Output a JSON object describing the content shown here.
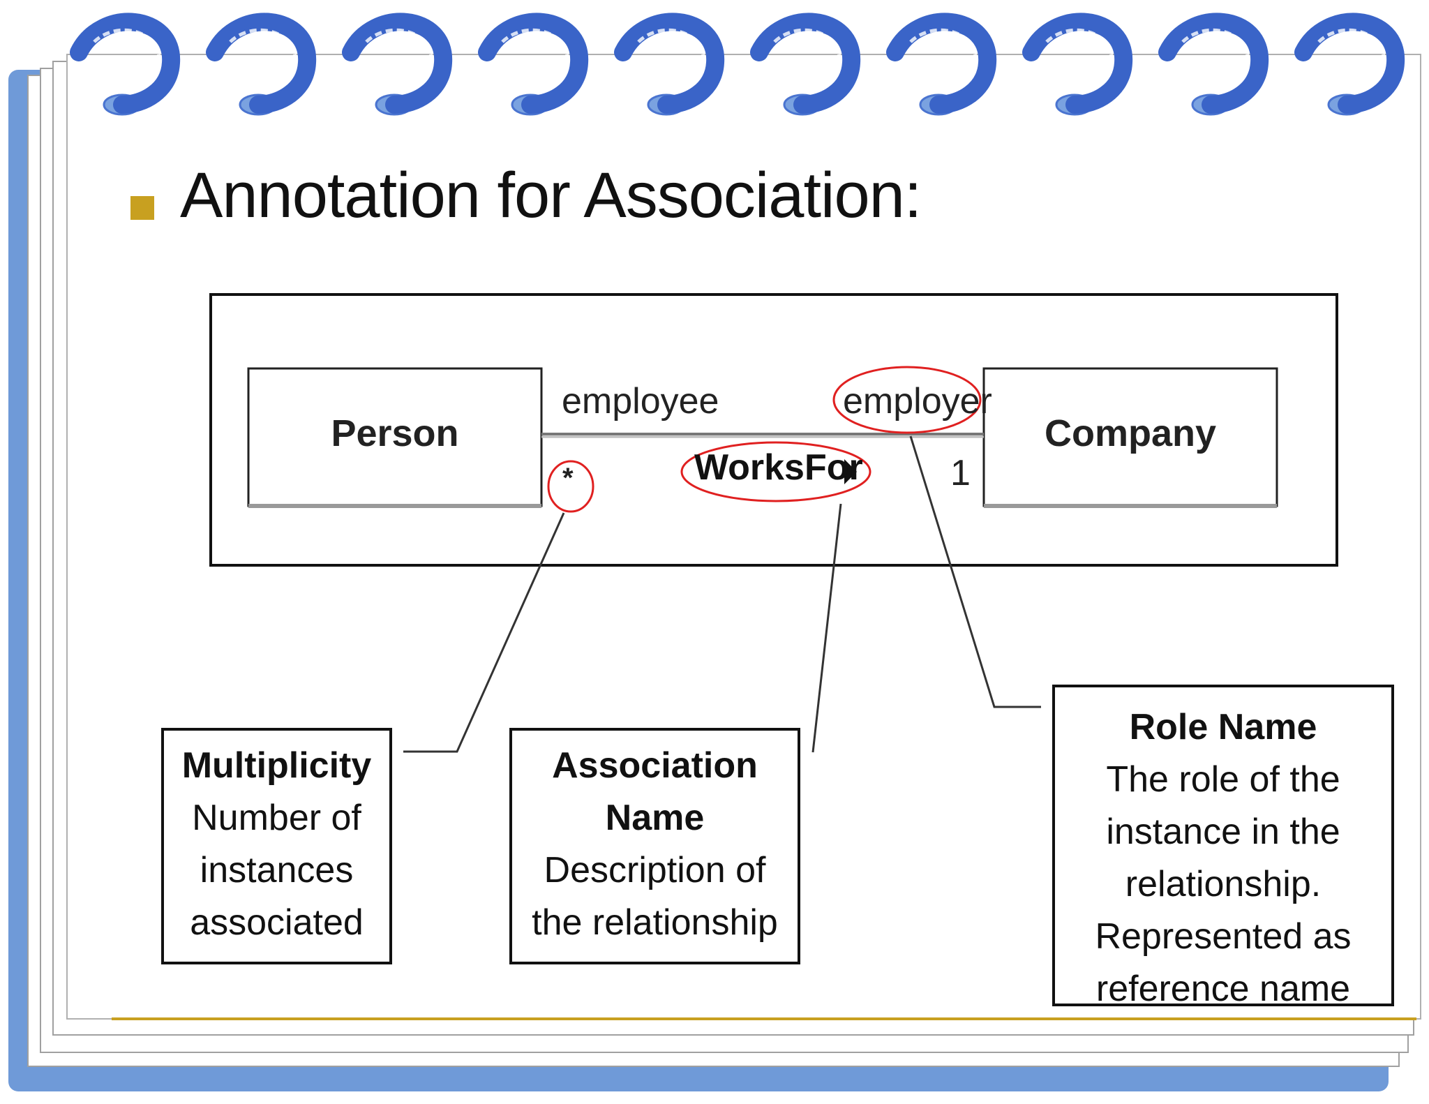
{
  "title": "Annotation for Association:",
  "diagram": {
    "class_left": "Person",
    "class_right": "Company",
    "role_left": "employee",
    "role_right": "employer",
    "multiplicity_left": "*",
    "multiplicity_right": "1",
    "association_name": "WorksFor"
  },
  "callouts": {
    "multiplicity": {
      "heading": "Multiplicity",
      "lines": [
        "Number of",
        "instances",
        "associated"
      ]
    },
    "association": {
      "heading_lines": [
        "Association",
        "Name"
      ],
      "lines": [
        "Description of",
        "the relationship"
      ]
    },
    "role": {
      "heading": "Role Name",
      "lines": [
        "The role of the",
        "instance in the",
        "relationship.",
        "Represented as",
        "reference name"
      ]
    }
  },
  "colors": {
    "ring": "#3a64c8",
    "ring_light": "#7aa2e0",
    "frame_shadow": "#6f9ad8",
    "accent": "#c8a020",
    "highlight": "#e02020"
  }
}
